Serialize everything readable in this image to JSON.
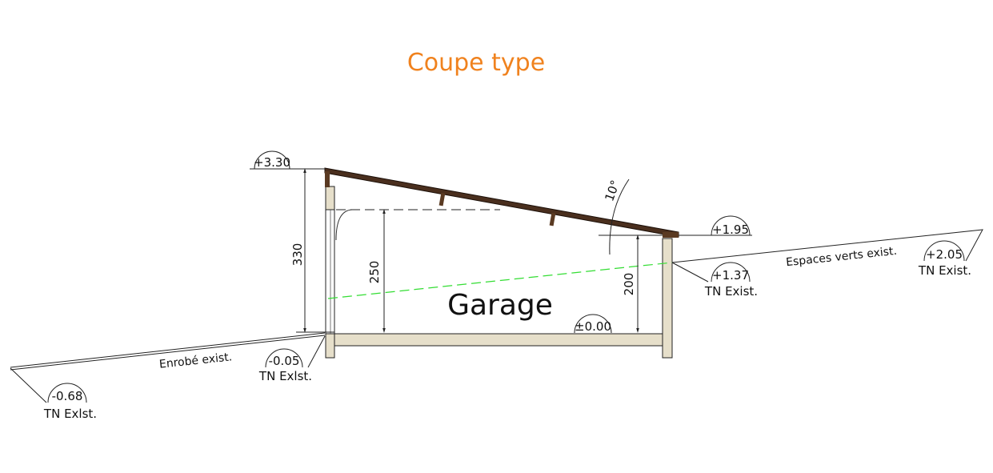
{
  "title": "Coupe type",
  "room_label": "Garage",
  "dimensions": {
    "total_height": "330",
    "door_height": "250",
    "low_height": "200",
    "roof_angle": "10°"
  },
  "levels": {
    "roof_high": "+3.30",
    "roof_low": "+1.95",
    "floor": "±0.00",
    "tn_right_wall": "+1.37",
    "tn_far_right": "+2.05",
    "tn_left_wall": "-0.05",
    "tn_far_left": "-0.68"
  },
  "ground_labels": {
    "tn_right_wall": "TN Exist.",
    "tn_far_right": "TN Exist.",
    "tn_left_wall": "TN Exlst.",
    "tn_far_left": "TN Exlst.",
    "right_surface": "Espaces verts exist.",
    "left_surface": "Enrobé exist."
  },
  "colors": {
    "title": "#f0821e",
    "wall": "#e6dfca",
    "roof": "#4a2f1e",
    "existing_ground": "#33dd33"
  }
}
